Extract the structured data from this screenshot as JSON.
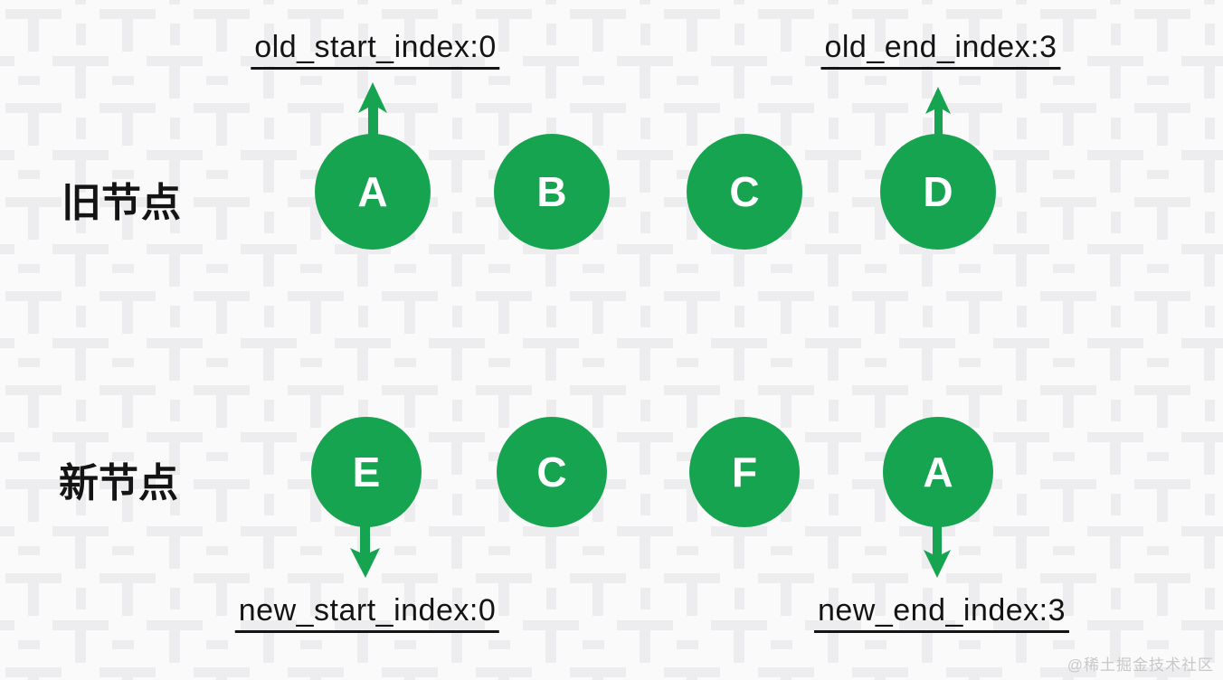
{
  "pointers": {
    "old_start": {
      "label": "old_start_index:0"
    },
    "old_end": {
      "label": "old_end_index:3"
    },
    "new_start": {
      "label": "new_start_index:0"
    },
    "new_end": {
      "label": "new_end_index:3"
    }
  },
  "rows": [
    {
      "label": "旧节点",
      "nodes": [
        "A",
        "B",
        "C",
        "D"
      ]
    },
    {
      "label": "新节点",
      "nodes": [
        "E",
        "C",
        "F",
        "A"
      ]
    }
  ],
  "watermark": "@稀土掘金技术社区",
  "colors": {
    "node_green": "#17a450",
    "text_black": "#141414",
    "watermark_gray": "#c8c8c8",
    "bg": "#fafafa",
    "pattern_gray": "#ededf0"
  }
}
